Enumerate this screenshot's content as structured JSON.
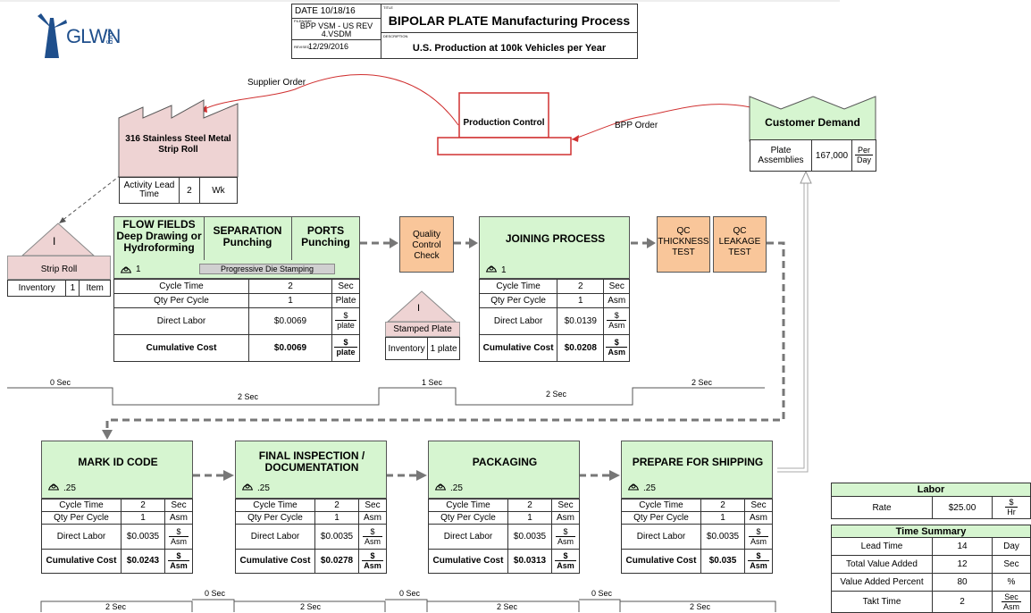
{
  "header": {
    "logo_text": "GLWN",
    "logo_suffix": ".org",
    "date_label": "DATE",
    "date_value": "10/18/16",
    "filename_label": "FILENAME",
    "filename_value": "BPP VSM - US REV 4.VSDM",
    "revised_label": "REVISED",
    "revised_value": "12/29/2016",
    "title_label": "TITLE",
    "title": "BIPOLAR PLATE Manufacturing Process",
    "description_label": "DESCRIPTION",
    "description": "U.S. Production at 100k Vehicles per Year"
  },
  "labels": {
    "cycle_time": "Cycle Time",
    "qty_per_cycle": "Qty Per Cycle",
    "direct_labor": "Direct Labor",
    "cumulative_cost": "Cumulative Cost",
    "sec": "Sec",
    "asm": "Asm",
    "plate": "Plate",
    "dollar": "$",
    "plate_lower": "plate",
    "inventory": "Inventory"
  },
  "supplier": {
    "name": "316 Stainless Steel Metal Strip Roll",
    "lead_label": "Activity Lead Time",
    "lead_value": "2",
    "lead_unit": "Wk"
  },
  "supplier_order": "Supplier Order",
  "production_control": "Production Control",
  "bpp_order": "BPP Order",
  "customer": {
    "title": "Customer Demand",
    "item": "Plate Assemblies",
    "value": "167,000",
    "unit_top": "Per",
    "unit_bottom": "Day"
  },
  "strip_roll": {
    "name": "Strip Roll",
    "inventory_value": "1",
    "inventory_unit": "Item",
    "icon": "I"
  },
  "stamped_plate": {
    "name": "Stamped Plate",
    "inventory_value": "1 plate",
    "icon": "I"
  },
  "stamping": {
    "col1": "FLOW FIELDS Deep Drawing or Hydroforming",
    "col2": "SEPARATION Punching",
    "col3": "PORTS Punching",
    "operators": "1",
    "bar_label": "Progressive Die Stamping",
    "cycle_time": "2",
    "qty": "1",
    "labor": "$0.0069",
    "cumulative": "$0.0069"
  },
  "quality_check": "Quality Control Check",
  "joining": {
    "title": "JOINING PROCESS",
    "operators": "1",
    "cycle_time": "2",
    "qty": "1",
    "labor": "$0.0139",
    "cumulative": "$0.0208"
  },
  "qc_thickness": "QC THICKNESS TEST",
  "qc_leakage": "QC LEAKAGE TEST",
  "timeline1": {
    "t1": "0",
    "t2": "2",
    "t3": "1",
    "t4": "2",
    "t5": "2",
    "unit": "Sec"
  },
  "processes": [
    {
      "title": "MARK ID CODE",
      "operators": ".25",
      "cycle_time": "2",
      "qty": "1",
      "labor": "$0.0035",
      "cumulative": "$0.0243"
    },
    {
      "title": "FINAL INSPECTION / DOCUMENTATION",
      "operators": ".25",
      "cycle_time": "2",
      "qty": "1",
      "labor": "$0.0035",
      "cumulative": "$0.0278"
    },
    {
      "title": "PACKAGING",
      "operators": ".25",
      "cycle_time": "2",
      "qty": "1",
      "labor": "$0.0035",
      "cumulative": "$0.0313"
    },
    {
      "title": "PREPARE FOR SHIPPING",
      "operators": ".25",
      "cycle_time": "2",
      "qty": "1",
      "labor": "$0.0035",
      "cumulative": "$0.035"
    }
  ],
  "timeline2": {
    "a": "2",
    "b": "0",
    "c": "2",
    "d": "0",
    "e": "2",
    "f": "0",
    "g": "2",
    "unit": "Sec"
  },
  "labor": {
    "title": "Labor",
    "rate_label": "Rate",
    "rate_value": "$25.00",
    "rate_unit_top": "$",
    "rate_unit_bottom": "Hr"
  },
  "time_summary": {
    "title": "Time Summary",
    "rows": [
      {
        "label": "Lead Time",
        "value": "14",
        "unit": "Day"
      },
      {
        "label": "Total Value Added",
        "value": "12",
        "unit": "Sec"
      },
      {
        "label": "Value Added Percent",
        "value": "80",
        "unit": "%"
      },
      {
        "label": "Takt Time",
        "value": "2",
        "unit_top": "Sec",
        "unit_bottom": "Asm"
      }
    ]
  }
}
